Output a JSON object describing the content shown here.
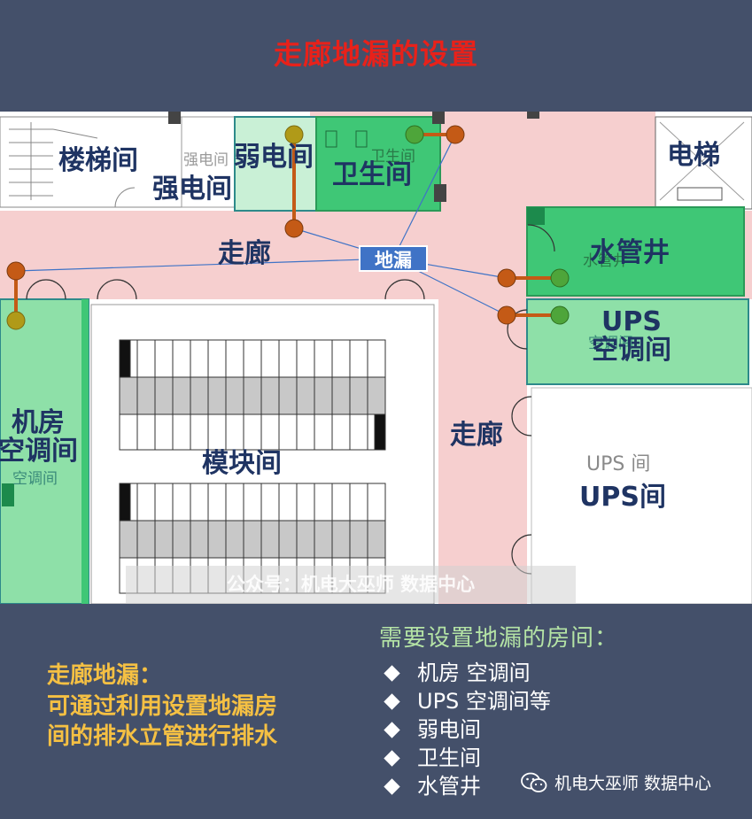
{
  "title": "走廊地漏的设置",
  "plan": {
    "rooms": {
      "stairs": "楼梯间",
      "strong_power": "强电间",
      "weak_power": "弱电间",
      "toilet": "卫生间",
      "elevator": "电梯",
      "corridor_top": "走廊",
      "water_shaft": "水管井",
      "ups_ac": "UPS\n空调间",
      "machine_ac": "机房\n空调间",
      "module_room": "模块间",
      "corridor_right": "走廊",
      "ups_room": "UPS间"
    },
    "faint_labels": {
      "strong_power_cad": "强电间",
      "toilet_cad": "卫生间",
      "water_shaft_cad": "水管井",
      "ups_ac_cad": "空调间",
      "ups_cad": "UPS 间",
      "machine_ac_cad": "空调间"
    },
    "floor_drain_label": "地漏",
    "watermark": "公众号：机电大巫师 数据中心"
  },
  "note": {
    "line1": "走廊地漏：",
    "line2": "可通过利用设置地漏房",
    "line3": "间的排水立管进行排水"
  },
  "rooms_needed": {
    "title": "需要设置地漏的房间：",
    "items": [
      "机房 空调间",
      "UPS 空调间等",
      "弱电间",
      "卫生间",
      "水管井"
    ]
  },
  "footer": {
    "account": "机电大巫师 数据中心",
    "icon": "wechat-icon"
  },
  "colors": {
    "background": "#44506a",
    "title": "#e8211a",
    "corridor": "#f6cfcf",
    "room_green": "#3fc776",
    "room_green_light": "#8ee0a8",
    "pipe_orange": "#c45a16",
    "drain_olive": "#b09a18",
    "drain_green": "#4ea53a",
    "label_blue": "#3f73c6"
  }
}
